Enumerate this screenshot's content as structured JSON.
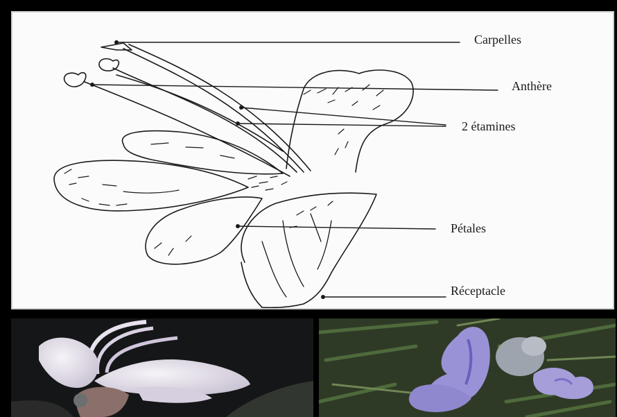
{
  "diagram": {
    "labels": {
      "carpelles": "Carpelles",
      "anthere": "Anthère",
      "etamines": "2 étamines",
      "petales": "Pétales",
      "receptacle": "Réceptacle"
    },
    "colors": {
      "frame": "#000000",
      "ink": "#1a1a1a",
      "paper": "#fbfbfb"
    }
  },
  "photos": [
    {
      "subject": "rosemary-flower-closeup-dark-background",
      "colors": {
        "petal": "#e6e1ec",
        "background": "#151617"
      }
    },
    {
      "subject": "rosemary-flowers-on-branch",
      "colors": {
        "petal": "#9a92d6",
        "background": "#2f3a26"
      }
    }
  ]
}
